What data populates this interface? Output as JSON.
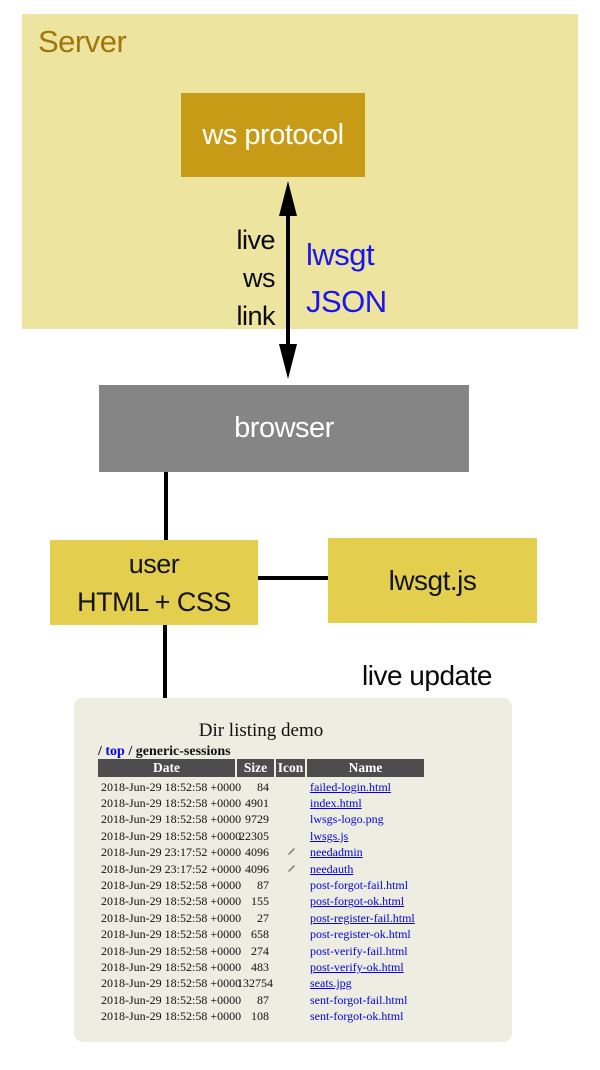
{
  "diagram": {
    "server_label": "Server",
    "ws_protocol_label": "ws protocol",
    "browser_label": "browser",
    "user_box_lines": [
      "user",
      "HTML + CSS"
    ],
    "lwsgt_js_label": "lwsgt.js",
    "ws_link_label_lines": [
      "live",
      "ws",
      "link"
    ],
    "lwsgt_json_label_lines": [
      "lwsgt",
      "JSON"
    ],
    "live_update_label": "live update",
    "colors": {
      "server_panel_bg": "#EDE4A0",
      "server_label_text": "#A1770A",
      "ws_protocol_box_bg": "#C89B17",
      "browser_box_bg": "#858585",
      "yellow_box_bg": "#E3CE4D",
      "blue_label_text": "#1A14F2",
      "arrow_and_lines": "#000000"
    }
  },
  "demo_panel": {
    "title": "Dir listing demo",
    "breadcrumb": {
      "prefix": "/ ",
      "link": "top",
      "separator": " / ",
      "current": "generic-sessions"
    },
    "colors": {
      "panel_bg": "#EDEDE1",
      "header_bg": "#4D4D4D",
      "link_text": "#0000EE"
    },
    "table": {
      "columns": [
        "Date",
        "Size",
        "Icon",
        "Name"
      ],
      "rows": [
        {
          "date": "2018-Jun-29 18:52:58 +0000",
          "size": "84",
          "icon": "",
          "name": "failed-login.html",
          "underline": true
        },
        {
          "date": "2018-Jun-29 18:52:58 +0000",
          "size": "4901",
          "icon": "",
          "name": "index.html",
          "underline": true
        },
        {
          "date": "2018-Jun-29 18:52:58 +0000",
          "size": "9729",
          "icon": "",
          "name": "lwsgs-logo.png",
          "underline": false
        },
        {
          "date": "2018-Jun-29 18:52:58 +0000",
          "size": "22305",
          "icon": "",
          "name": "lwsgs.js",
          "underline": true
        },
        {
          "date": "2018-Jun-29 23:17:52 +0000",
          "size": "4096",
          "icon": "pencil",
          "name": "needadmin",
          "underline": true
        },
        {
          "date": "2018-Jun-29 23:17:52 +0000",
          "size": "4096",
          "icon": "pencil",
          "name": "needauth",
          "underline": true
        },
        {
          "date": "2018-Jun-29 18:52:58 +0000",
          "size": "87",
          "icon": "",
          "name": "post-forgot-fail.html",
          "underline": false
        },
        {
          "date": "2018-Jun-29 18:52:58 +0000",
          "size": "155",
          "icon": "",
          "name": "post-forgot-ok.html",
          "underline": true
        },
        {
          "date": "2018-Jun-29 18:52:58 +0000",
          "size": "27",
          "icon": "",
          "name": "post-register-fail.html",
          "underline": true
        },
        {
          "date": "2018-Jun-29 18:52:58 +0000",
          "size": "658",
          "icon": "",
          "name": "post-register-ok.html",
          "underline": false
        },
        {
          "date": "2018-Jun-29 18:52:58 +0000",
          "size": "274",
          "icon": "",
          "name": "post-verify-fail.html",
          "underline": false
        },
        {
          "date": "2018-Jun-29 18:52:58 +0000",
          "size": "483",
          "icon": "",
          "name": "post-verify-ok.html",
          "underline": true
        },
        {
          "date": "2018-Jun-29 18:52:58 +0000",
          "size": "132754",
          "icon": "",
          "name": "seats.jpg",
          "underline": true
        },
        {
          "date": "2018-Jun-29 18:52:58 +0000",
          "size": "87",
          "icon": "",
          "name": "sent-forgot-fail.html",
          "underline": false
        },
        {
          "date": "2018-Jun-29 18:52:58 +0000",
          "size": "108",
          "icon": "",
          "name": "sent-forgot-ok.html",
          "underline": false
        }
      ]
    }
  }
}
